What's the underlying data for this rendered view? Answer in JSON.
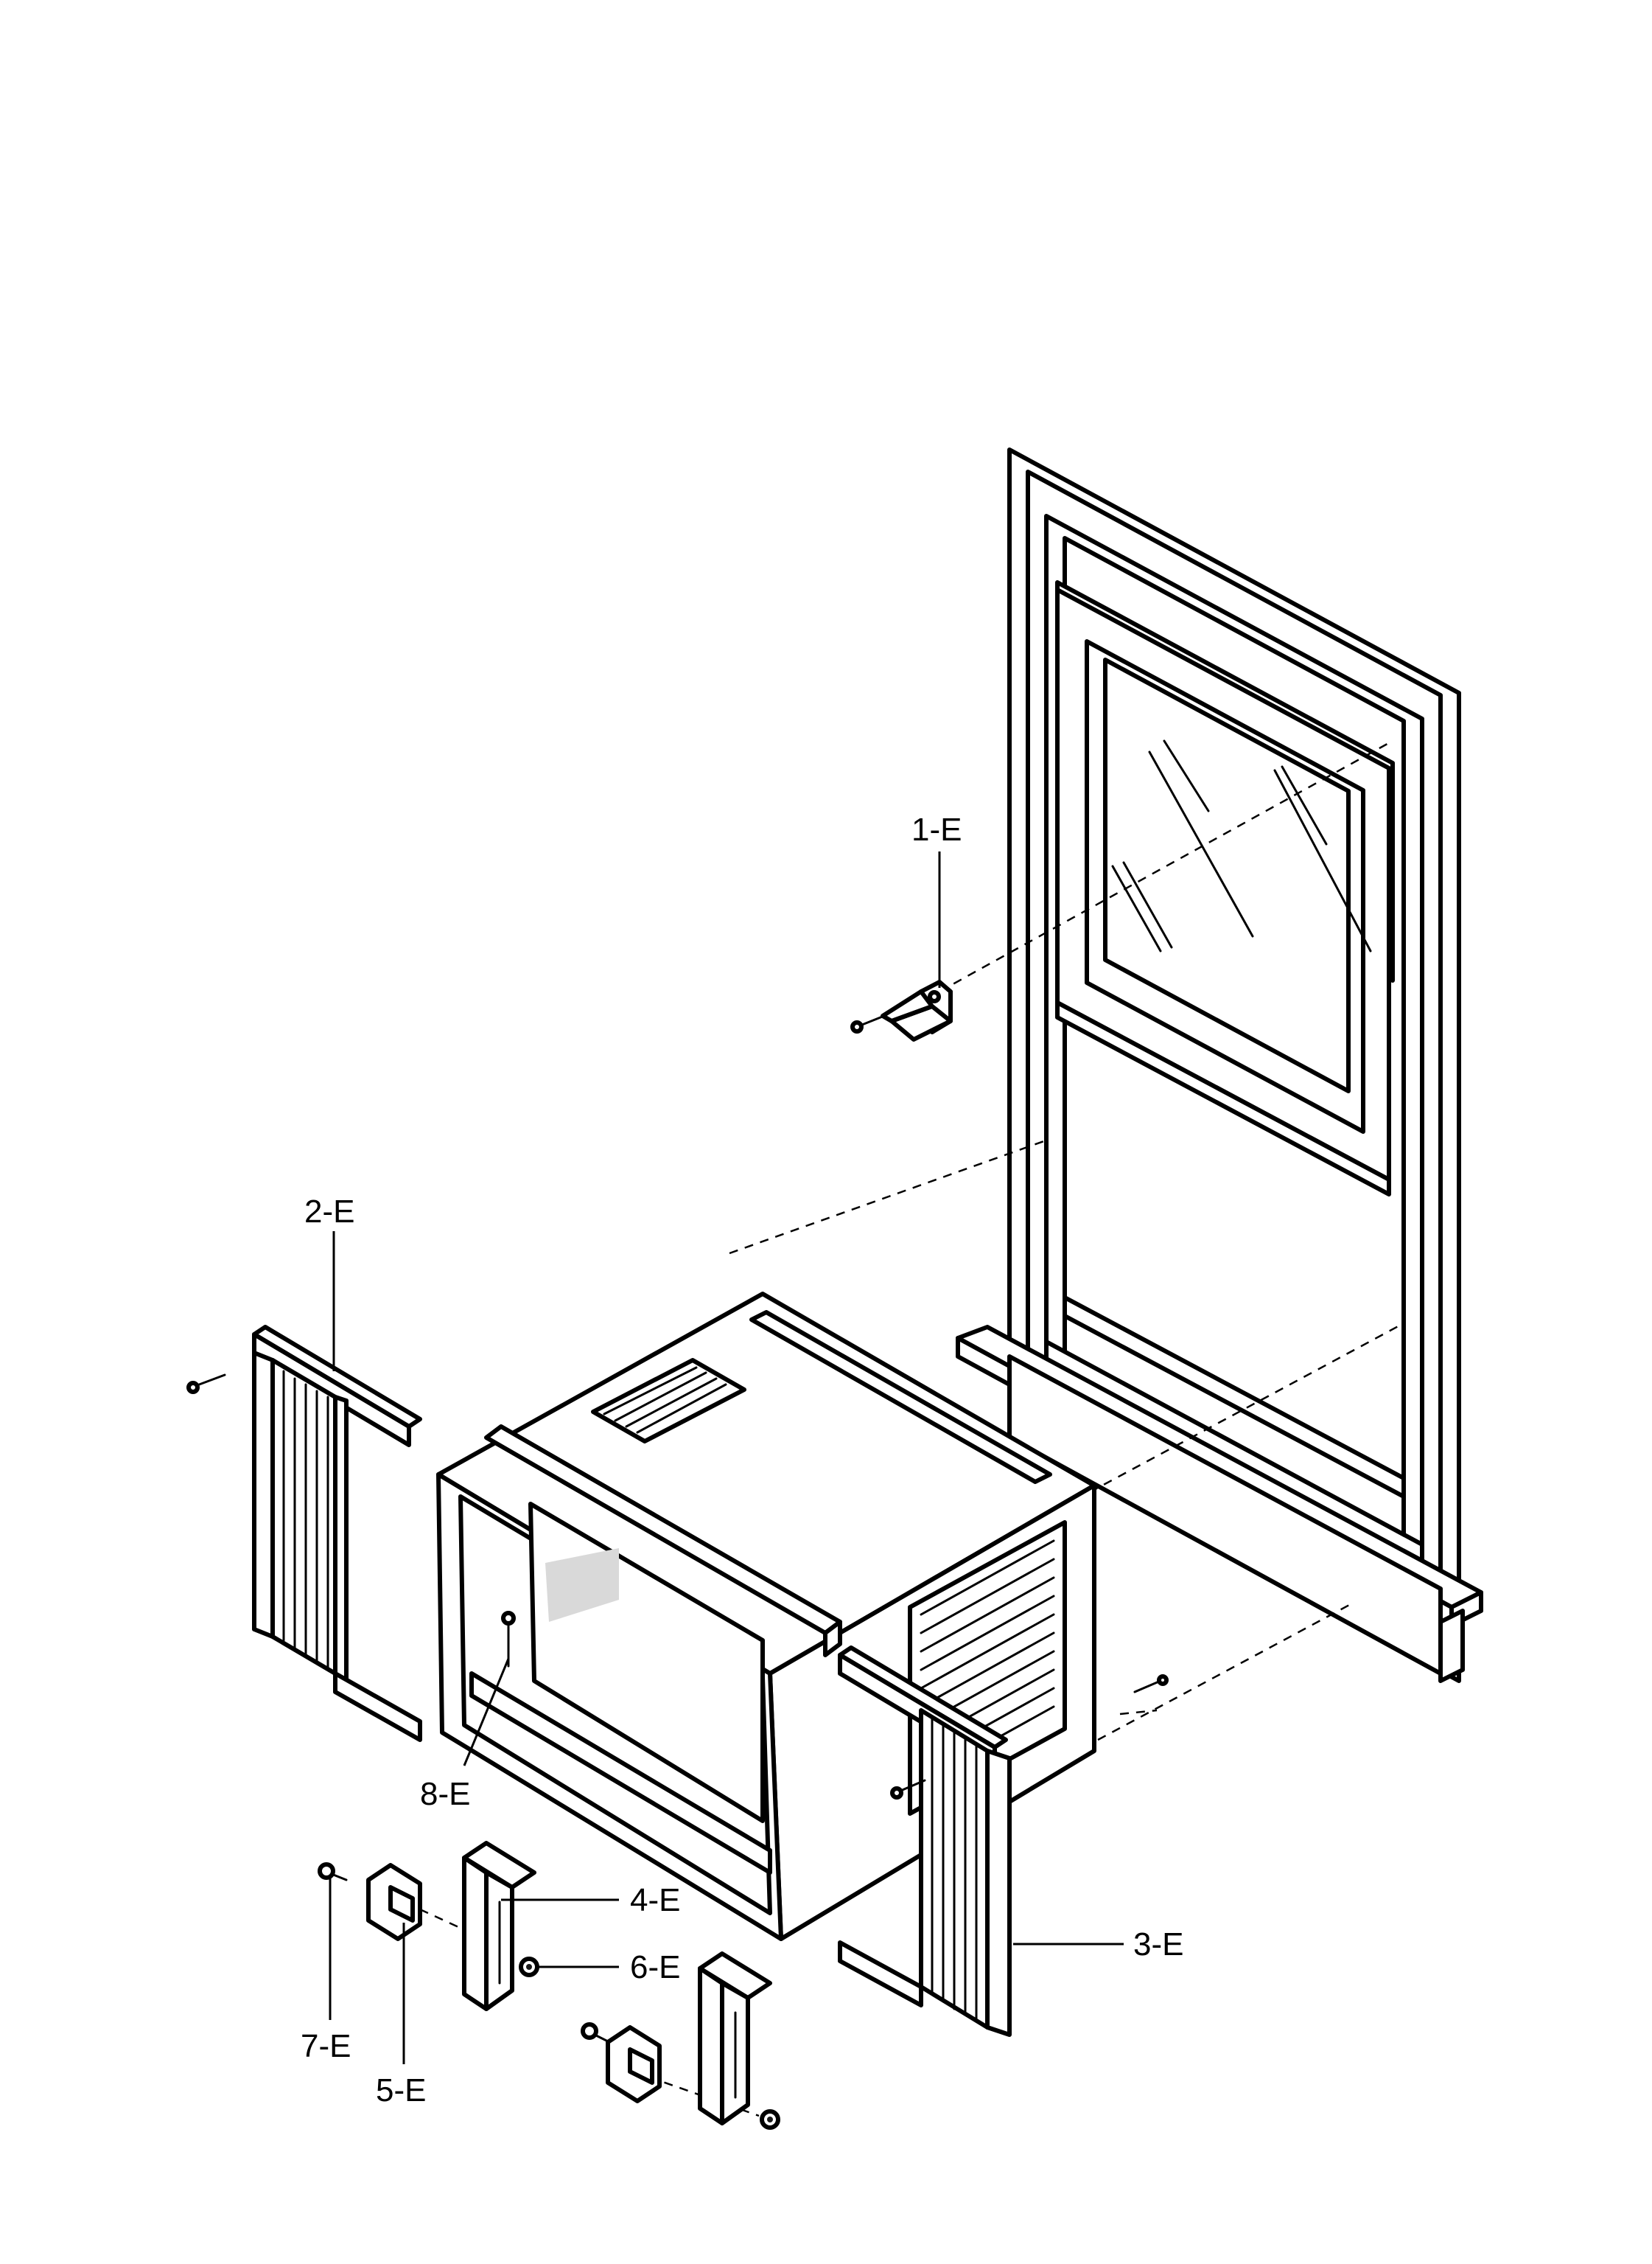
{
  "callouts": {
    "c1": "1-E",
    "c2": "2-E",
    "c3": "3-E",
    "c4": "4-E",
    "c5": "5-E",
    "c6": "6-E",
    "c7": "7-E",
    "c8": "8-E"
  },
  "colors": {
    "line": "#000000",
    "background": "#ffffff",
    "shade": "#d9d9d9"
  }
}
